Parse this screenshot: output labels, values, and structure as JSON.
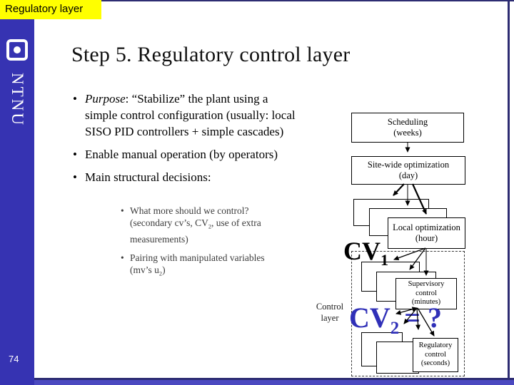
{
  "header": {
    "tag": "Regulatory layer",
    "title": "Step 5. Regulatory control layer"
  },
  "sidebar": {
    "logo_text": "NTNU",
    "page_number": "74"
  },
  "content": {
    "main_bullets": [
      {
        "segments": [
          {
            "text": "Purpose",
            "style": "italic"
          },
          {
            "text": ": “Stabilize” the plant using a simple control configuration (usually: local SISO PID controllers + simple cascades)",
            "style": "plain"
          }
        ]
      },
      {
        "segments": [
          {
            "text": "Enable manual operation (by operators)",
            "style": "plain"
          }
        ]
      },
      {
        "segments": [
          {
            "text": "Main structural decisions:",
            "style": "plain"
          }
        ]
      }
    ],
    "sub_bullets": [
      {
        "segments": [
          {
            "text": "What more should we control? (secondary cv’s, CV",
            "style": "plain"
          },
          {
            "text": "2",
            "style": "sub"
          },
          {
            "text": ", use of extra measurements)",
            "style": "plain"
          }
        ]
      },
      {
        "segments": [
          {
            "text": "Pairing with manipulated variables (mv’s u",
            "style": "plain"
          },
          {
            "text": "2",
            "style": "sub"
          },
          {
            "text": ")",
            "style": "plain"
          }
        ]
      }
    ]
  },
  "diagram": {
    "boxes": {
      "scheduling": [
        "Scheduling",
        "(weeks)"
      ],
      "sitewide": [
        "Site-wide optimization",
        "(day)"
      ],
      "local_opt": [
        "Local optimization",
        "(hour)"
      ],
      "supervisory": [
        "Supervisory",
        "control",
        "(minutes)"
      ],
      "regulatory": [
        "Regulatory",
        "control",
        "(seconds)"
      ]
    },
    "cv1": {
      "base": "CV",
      "sub": "1"
    },
    "cv2": {
      "base": "CV",
      "sub": "2",
      "suffix": "= ?"
    },
    "control_layer_label": [
      "Control",
      "layer"
    ]
  },
  "colors": {
    "sidebar_blue": "#3633b2",
    "frame_navy": "#2d2c72",
    "band_blue": "#4b49c0",
    "tag_yellow": "#ffff00",
    "cv1_color": "#000000",
    "cv2_blue": "#3030b8"
  }
}
